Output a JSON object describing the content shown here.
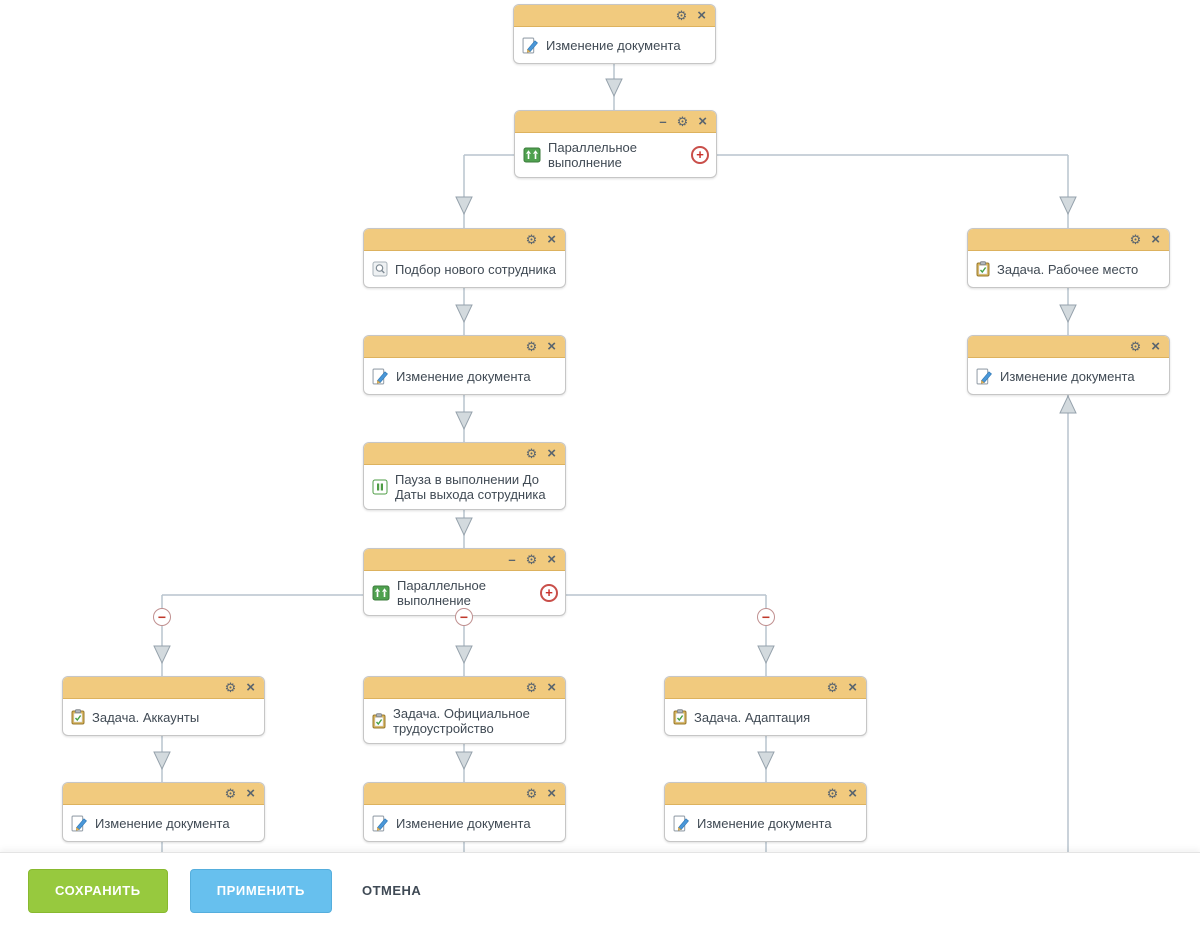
{
  "glyphs": {
    "gear": "⚙",
    "close": "×",
    "collapse": "–",
    "add": "+",
    "remove": "−"
  },
  "nodes": [
    {
      "label": "Изменение документа",
      "type": "edit",
      "icon": "document-edit-icon"
    },
    {
      "label": "Параллельное выполнение",
      "type": "parallel",
      "icon": "parallel-split-icon"
    },
    {
      "label": "Подбор нового сотрудника",
      "type": "search",
      "icon": "search-icon"
    },
    {
      "label": "Изменение документа",
      "type": "edit",
      "icon": "document-edit-icon"
    },
    {
      "label": "Пауза в выполнении До Даты выхода сотрудника",
      "type": "pause",
      "icon": "pause-icon"
    },
    {
      "label": "Параллельное выполнение",
      "type": "parallel",
      "icon": "parallel-split-icon"
    },
    {
      "label": "Задача. Аккаунты",
      "type": "task",
      "icon": "task-icon"
    },
    {
      "label": "Задача. Официальное трудоустройство",
      "type": "task",
      "icon": "task-icon"
    },
    {
      "label": "Задача. Адаптация",
      "type": "task",
      "icon": "task-icon"
    },
    {
      "label": "Изменение документа",
      "type": "edit",
      "icon": "document-edit-icon"
    },
    {
      "label": "Изменение документа",
      "type": "edit",
      "icon": "document-edit-icon"
    },
    {
      "label": "Изменение документа",
      "type": "edit",
      "icon": "document-edit-icon"
    },
    {
      "label": "Задача. Рабочее место",
      "type": "task",
      "icon": "task-icon"
    },
    {
      "label": "Изменение документа",
      "type": "edit",
      "icon": "document-edit-icon"
    }
  ],
  "footer": {
    "save_label": "СОХРАНИТЬ",
    "apply_label": "ПРИМЕНИТЬ",
    "cancel_label": "ОТМЕНА"
  },
  "colors": {
    "node_header": "#f1ca7e",
    "wire": "#b8c4ce",
    "accent_red": "#c9312b",
    "save_green": "#97c93e",
    "apply_blue": "#67c0ee"
  }
}
